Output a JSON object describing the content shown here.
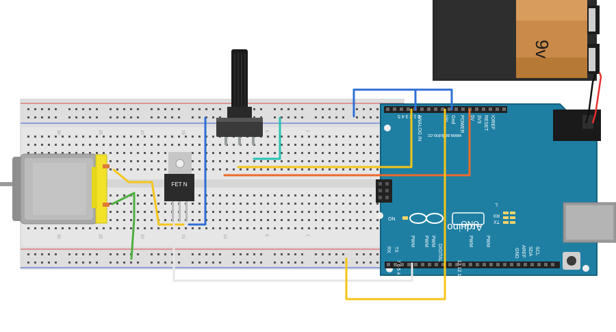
{
  "battery": {
    "label": "9v"
  },
  "arduino": {
    "brand": "Arduino",
    "model": "UNO",
    "url": "www.arduino.cc",
    "on_label": "ON",
    "tx_label": "TX",
    "rx_label": "RX",
    "l_label": "L",
    "power_label": "POWER",
    "analog_label": "ANALOG IN",
    "digital_label": "DIGITAL",
    "ioref_label": "IOREF",
    "reset_label": "RESET",
    "v33_label": "3V3",
    "v5_label": "5V",
    "gnd_label": "Gnd",
    "vin_label": "Vin",
    "aref_label": "AREF",
    "gnd2_label": "GND",
    "sda_label": "SDA",
    "scl_label": "SCL",
    "pwm_label": "PWM",
    "analog_pins": "0 1 2 3 4 5",
    "digital_pins_low": "7 6 5 4 3 2 1 0",
    "digital_pins_high": "13 12 11 10 9 8",
    "tx0_label": "TX",
    "rx0_label": "RX"
  },
  "fet": {
    "label": "FET N"
  },
  "breadboard": {
    "col_marks": [
      "30",
      "25",
      "20",
      "15",
      "10",
      "5",
      "1"
    ]
  },
  "colors": {
    "yellow_wire": "#f5c518",
    "orange_wire": "#ee6a2a",
    "blue_wire": "#2f6fd6",
    "teal_wire": "#27c2b4",
    "green_wire": "#4caf3e",
    "white_wire": "#e6e6e6",
    "arduino_board": "#1e7fa3",
    "breadboard": "#e9e9e9"
  }
}
